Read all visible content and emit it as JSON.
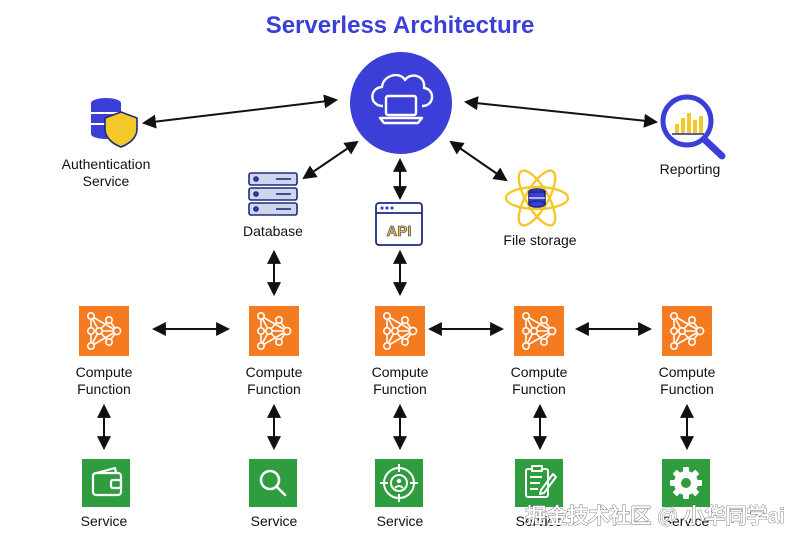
{
  "title": "Serverless Architecture",
  "colors": {
    "title": "#3b3fd8",
    "hub": "#3b3fd8",
    "compute_orange": "#f47b20",
    "service_green": "#2f9c3f",
    "icon_yellow": "#f5c82a",
    "icon_blue": "#3b3fd8",
    "arrow": "#111111"
  },
  "top_nodes": {
    "hub": {
      "icon": "cloud-laptop-icon"
    },
    "auth": {
      "icon": "database-shield-icon",
      "label_line1": "Authentication",
      "label_line2": "Service"
    },
    "reporting": {
      "icon": "magnifier-chart-icon",
      "label": "Reporting"
    },
    "database": {
      "icon": "server-rack-icon",
      "label": "Database"
    },
    "api": {
      "icon": "api-window-icon",
      "badge_text": "API"
    },
    "file_storage": {
      "icon": "atom-database-icon",
      "label": "File storage"
    }
  },
  "compute_functions": [
    {
      "label_line1": "Compute",
      "label_line2": "Function",
      "icon": "neural-network-icon"
    },
    {
      "label_line1": "Compute",
      "label_line2": "Function",
      "icon": "neural-network-icon"
    },
    {
      "label_line1": "Compute",
      "label_line2": "Function",
      "icon": "neural-network-icon"
    },
    {
      "label_line1": "Compute",
      "label_line2": "Function",
      "icon": "neural-network-icon"
    },
    {
      "label_line1": "Compute",
      "label_line2": "Function",
      "icon": "neural-network-icon"
    }
  ],
  "services": [
    {
      "label": "Service",
      "icon": "wallet-icon"
    },
    {
      "label": "Service",
      "icon": "search-icon"
    },
    {
      "label": "Service",
      "icon": "target-user-icon"
    },
    {
      "label": "Service",
      "icon": "clipboard-pen-icon"
    },
    {
      "label": "Service",
      "icon": "gear-icon"
    }
  ],
  "watermark": "掘金技术社区 @ 小华同学ai"
}
